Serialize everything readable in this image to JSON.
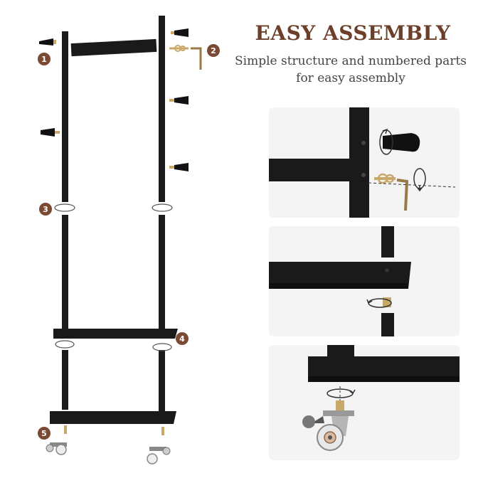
{
  "title": "EASY ASSEMBLY",
  "subtitle_line1": "Simple structure and numbered parts",
  "subtitle_line2": "for easy assembly",
  "steps": [
    "1",
    "2",
    "3",
    "4",
    "5"
  ],
  "colors": {
    "accent": "#7a4a33",
    "frame": "#1a1a1a",
    "panel_bg": "#f4f4f4",
    "brass": "#c8a96a"
  },
  "icons": [
    "hook-icon",
    "hex-key-icon",
    "rotate-arrow-icon",
    "caster-wheel-icon"
  ]
}
